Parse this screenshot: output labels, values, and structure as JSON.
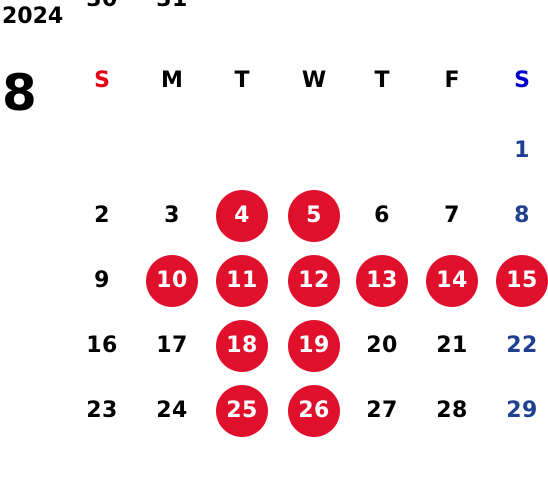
{
  "calendar": {
    "year": "2024",
    "month": "8",
    "weekdays": [
      {
        "label": "S",
        "color": "#e60012"
      },
      {
        "label": "M",
        "color": "#000000"
      },
      {
        "label": "T",
        "color": "#000000"
      },
      {
        "label": "W",
        "color": "#000000"
      },
      {
        "label": "T",
        "color": "#000000"
      },
      {
        "label": "F",
        "color": "#000000"
      },
      {
        "label": "S",
        "color": "#0000cc"
      }
    ],
    "first_weekday_index": 6,
    "days_in_month": 31,
    "highlighted_days": [
      "4",
      "5",
      "10",
      "11",
      "12",
      "13",
      "14",
      "15",
      "18",
      "19",
      "25",
      "26"
    ],
    "colors": {
      "highlight_fill": "#e0102d",
      "highlight_text": "#ffffff",
      "weekday_text": "#000000",
      "saturday_text": "#1f3f8f"
    }
  }
}
